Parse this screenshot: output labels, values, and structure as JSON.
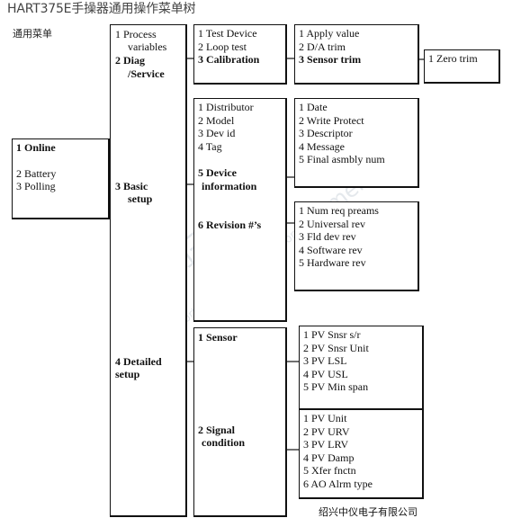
{
  "header": {
    "title": "HART375E手操器通用操作菜单树",
    "subtitle": "通用菜单"
  },
  "watermark": {
    "text_cn": "西门子工业",
    "text_en": "support.industry.siemens.com",
    "text_en2": "siemens"
  },
  "footer": {
    "company": "绍兴中仪电子有限公司"
  },
  "tree": {
    "online": {
      "title": "1 Online",
      "battery": "2 Battery",
      "polling": "3 Polling"
    },
    "main": {
      "process_1": "1 Process",
      "process_2": "variables",
      "diag_1": "2 Diag",
      "diag_2": "/Service",
      "basic_1": "3 Basic",
      "basic_2": "setup",
      "detailed_1": "4 Detailed",
      "detailed_2": "setup"
    },
    "diag_menu": {
      "test": "1 Test Device",
      "loop": "2 Loop test",
      "calibration": "3 Calibration"
    },
    "calibration_menu": {
      "apply": "1 Apply value",
      "da": "2 D/A trim",
      "sensor": "3 Sensor trim"
    },
    "sensor_trim_menu": {
      "zero": "1 Zero trim"
    },
    "basic_menu": {
      "distributor": "1 Distributor",
      "model": "2 Model",
      "devid": "3 Dev id",
      "tag": "4 Tag",
      "device_info_1": "5 Device",
      "device_info_2": "information",
      "revision": "6 Revision #’s"
    },
    "device_info_menu": {
      "date": "1 Date",
      "write_protect": "2 Write Protect",
      "descriptor": "3 Descriptor",
      "message": "4 Message",
      "final": "5 Final asmbly num"
    },
    "revision_menu": {
      "num_req": "1 Num req preams",
      "universal": "2 Universal rev",
      "fld_dev": "3 Fld dev rev",
      "software": "4 Software rev",
      "hardware": "5 Hardware rev"
    },
    "detailed_menu": {
      "sensor": "1 Sensor",
      "signal_1": "2 Signal",
      "signal_2": "condition"
    },
    "sensor_menu": {
      "snsr_sr": "1 PV Snsr s/r",
      "snsr_unit": "2 PV Snsr Unit",
      "lsl": "3 PV LSL",
      "usl": "4 PV USL",
      "min_span": "5 PV Min span"
    },
    "signal_menu": {
      "unit": "1 PV Unit",
      "urv": "2 PV URV",
      "lrv": "3 PV LRV",
      "damp": "4 PV Damp",
      "xfer": "5 Xfer fnctn",
      "ao_alrm": "6 AO Alrm type"
    }
  }
}
